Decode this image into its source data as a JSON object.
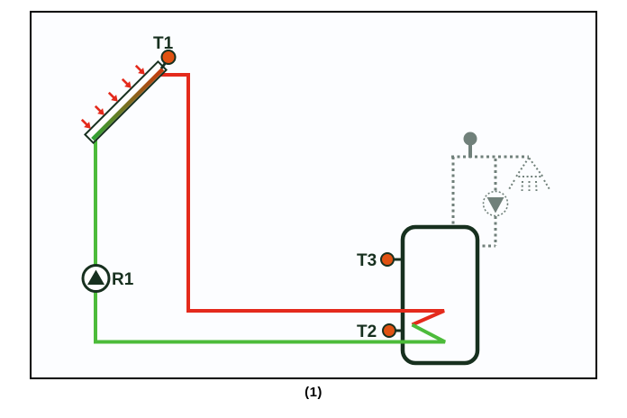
{
  "figure": {
    "caption": "(1)",
    "labels": {
      "t1": "T1",
      "r1": "R1",
      "t3": "T3",
      "t2": "T2"
    },
    "colors": {
      "hot-pipe": "#e42a1c",
      "cold-pipe": "#4cbb3a",
      "outline": "#17301f",
      "sensor-dot": "#e05212",
      "dhw-gray": "#70807a",
      "arrow-red": "#e42a1c",
      "frame-border": "#000000",
      "frame-bg": "#fcfdff",
      "collector-gradient-start": "#2fa433",
      "collector-gradient-end": "#c83a0c"
    }
  }
}
